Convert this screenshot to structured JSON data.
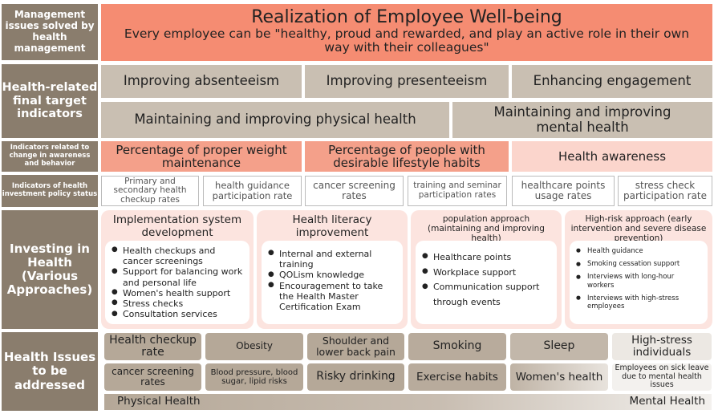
{
  "labels": {
    "management": "Management issues solved by health management",
    "final_indicators": "Health-related final target indicators",
    "awareness": "Indicators related to change in awareness and behavior",
    "policy_status": "Indicators of health investment policy status",
    "investing": "Investing in Health (Various Approaches)",
    "issues": "Health Issues to be addressed"
  },
  "header": {
    "title": "Realization of Employee Well-being",
    "subtitle": "Every employee can be \"healthy, proud and rewarded, and play an active role in their own way with their colleagues\""
  },
  "final_indicators": {
    "row1": [
      "Improving absenteeism",
      "Improving presenteeism",
      "Enhancing engagement"
    ],
    "row2": [
      "Maintaining and improving physical health",
      "Maintaining and improving mental health"
    ]
  },
  "awareness": [
    "Percentage of proper weight maintenance",
    "Percentage of people with desirable lifestyle habits",
    "Health awareness"
  ],
  "policy_status": [
    "Primary and secondary health checkup rates",
    "health guidance participation rate",
    "cancer screening rates",
    "training and seminar participation rates",
    "healthcare points usage rates",
    "stress check participation rate"
  ],
  "approaches": [
    {
      "title": "Implementation system development",
      "items": [
        "Health checkups and cancer screenings",
        "Support for balancing work and personal life",
        "Women's health support",
        "Stress checks",
        "Consultation services"
      ]
    },
    {
      "title": "Health literacy improvement",
      "items": [
        "Internal and external training",
        "QOLism knowledge",
        "Encouragement to take the Health Master Certification Exam"
      ]
    },
    {
      "title": "population approach (maintaining and improving health)",
      "items": [
        "Healthcare points",
        "Workplace support",
        "Communication support through events"
      ]
    },
    {
      "title": "High-risk approach (early intervention and severe disease prevention)",
      "items": [
        "Health guidance",
        "Smoking cessation support",
        "Interviews with long-hour workers",
        "Interviews with high-stress employees"
      ]
    }
  ],
  "issues": {
    "row1": [
      "Health checkup rate",
      "Obesity",
      "Shoulder and lower back pain",
      "Smoking",
      "Sleep",
      "High-stress individuals"
    ],
    "row2": [
      "cancer screening rates",
      "Blood pressure, blood sugar, lipid risks",
      "Risky drinking",
      "Exercise habits",
      "Women's health",
      "Employees on sick leave due to mental health issues"
    ],
    "physical_label": "Physical Health",
    "mental_label": "Mental Health"
  },
  "colors": {
    "label_bg": "#8a7d6d",
    "header_bg": "#f58c72",
    "salmon": "#f4a08a",
    "tan": "#c9bfb2",
    "pink": "#fce4df"
  }
}
